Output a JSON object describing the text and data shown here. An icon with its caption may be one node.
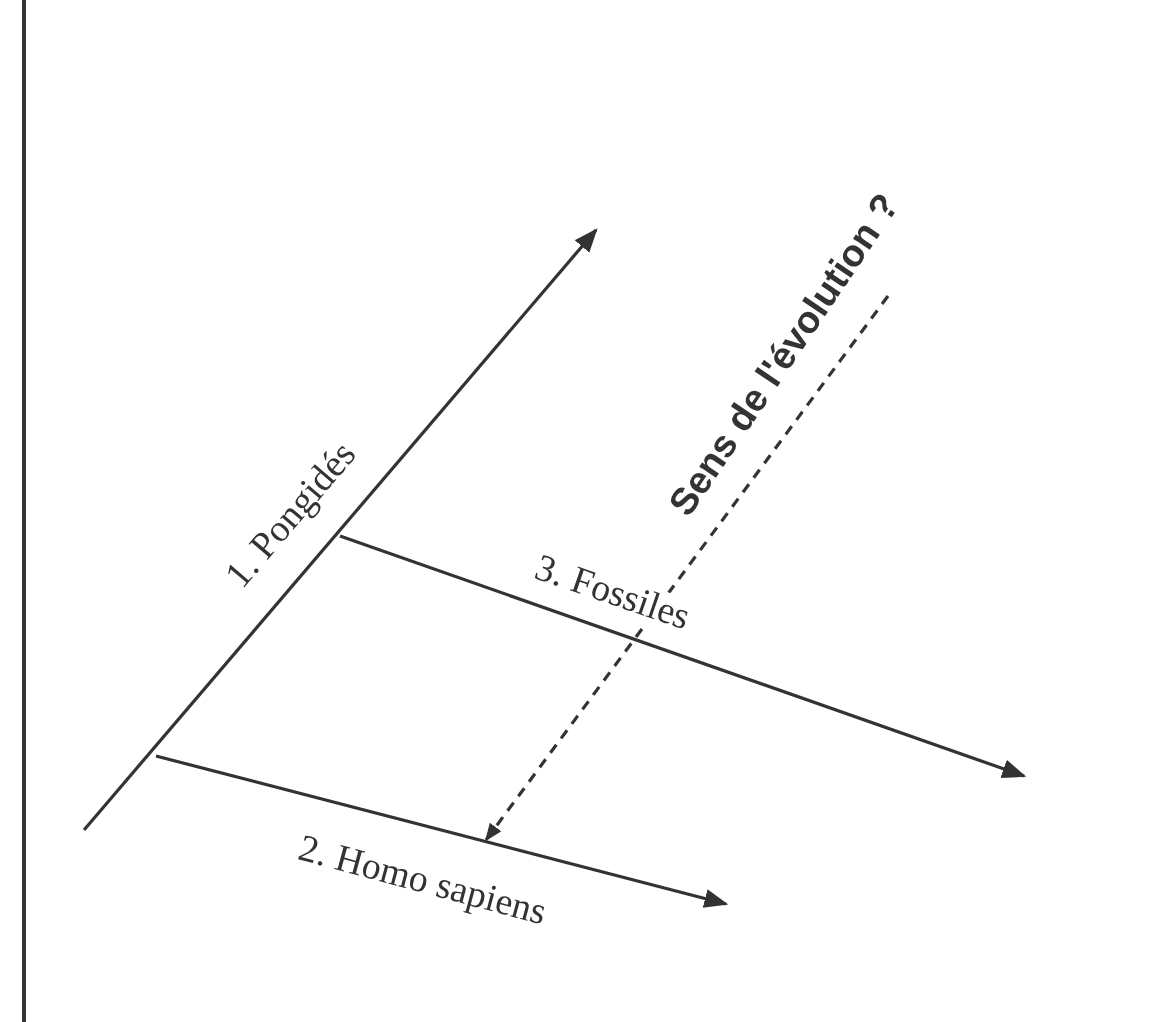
{
  "diagram": {
    "labels": [
      "Sens de l'évolution ?",
      "1. Pongidés",
      "3. Fossiles",
      "2. Homo sapiens"
    ]
  }
}
